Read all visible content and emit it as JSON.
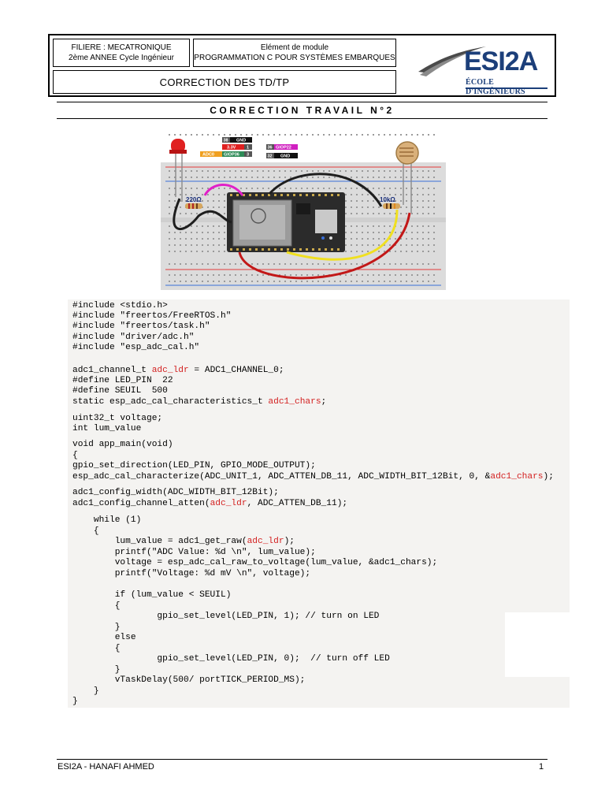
{
  "header": {
    "filiere_line1": "FILIERE : MECATRONIQUE",
    "filiere_line2": "2ème ANNEE Cycle Ingénieur",
    "module_line1": "Elément de module",
    "module_line2": "PROGRAMMATION C POUR SYSTÈMES EMBARQUES",
    "title": "CORRECTION DES TD/TP",
    "logo_text": "ESI2A",
    "logo_subtext": "ÉCOLE D'INGÉNIEURS"
  },
  "section_title": "CORRECTION TRAVAIL N°2",
  "circuit": {
    "pin_labels": {
      "gnd_top": [
        "38",
        "GND"
      ],
      "v33": [
        "3.3V",
        "1"
      ],
      "adc": [
        "ADC0",
        "GIOP36",
        "3"
      ],
      "gpio22": [
        "36",
        "GIOP22"
      ],
      "gnd_right": [
        "32",
        "GND"
      ]
    },
    "resistor_led": "220Ω",
    "resistor_ldr": "10kΩ",
    "colors": {
      "breadboard": "#dcdcdc",
      "rail_red": "#e53b3b",
      "rail_blue": "#3a6fd8",
      "wire_black": "#1e1e1e",
      "wire_red": "#c21818",
      "wire_yellow": "#f0e020",
      "wire_magenta": "#e020c8",
      "board": "#2b2b2b",
      "led": "#e02020"
    }
  },
  "code_lines": [
    [
      "#include <stdio.h>"
    ],
    [
      "#include \"freertos/FreeRTOS.h\""
    ],
    [
      "#include \"freertos/task.h\""
    ],
    [
      "#include \"driver/adc.h\""
    ],
    [
      "#include \"esp_adc_cal.h\""
    ],
    [
      "adc1_channel_t ",
      {
        "r": "adc_ldr"
      },
      " = ADC1_CHANNEL_0;"
    ],
    [
      "#define LED_PIN  22"
    ],
    [
      "#define SEUIL  500"
    ],
    [
      "static esp_adc_cal_characteristics_t ",
      {
        "r": "adc1_chars"
      },
      ";"
    ],
    [
      "uint32_t voltage;"
    ],
    [
      "int lum_value"
    ],
    [
      "void app_main(void)"
    ],
    [
      "{"
    ],
    [
      "gpio_set_direction(LED_PIN, GPIO_MODE_OUTPUT);"
    ],
    [
      "esp_adc_cal_characterize(ADC_UNIT_1, ADC_ATTEN_DB_11, ADC_WIDTH_BIT_12Bit, 0, &",
      {
        "r": "adc1_chars"
      },
      ");"
    ],
    [
      "adc1_config_width(ADC_WIDTH_BIT_12Bit);"
    ],
    [
      "adc1_config_channel_atten(",
      {
        "r": "adc_ldr"
      },
      ", ADC_ATTEN_DB_11);"
    ],
    [
      "    while (1)"
    ],
    [
      "    {"
    ],
    [
      "        lum_value = adc1_get_raw(",
      {
        "r": "adc_ldr"
      },
      ");"
    ],
    [
      "        printf(\"ADC Value: %d \\n\", lum_value);"
    ],
    [
      "        voltage = esp_adc_cal_raw_to_voltage(lum_value, &adc1_chars);"
    ],
    [
      "        printf(\"Voltage: %d mV \\n\", voltage);"
    ],
    [
      "        if (lum_value < SEUIL)"
    ],
    [
      "        {"
    ],
    [
      "                gpio_set_level(LED_PIN, 1); // turn on LED"
    ],
    [
      "        }"
    ],
    [
      "        else"
    ],
    [
      "        {"
    ],
    [
      "                gpio_set_level(LED_PIN, 0);  // turn off LED"
    ],
    [
      "        }"
    ],
    [
      "        vTaskDelay(500/ portTICK_PERIOD_MS);"
    ],
    [
      "    }"
    ],
    [
      "}"
    ]
  ],
  "footer": {
    "author": "ESI2A - HANAFI AHMED",
    "page_number": "1"
  }
}
